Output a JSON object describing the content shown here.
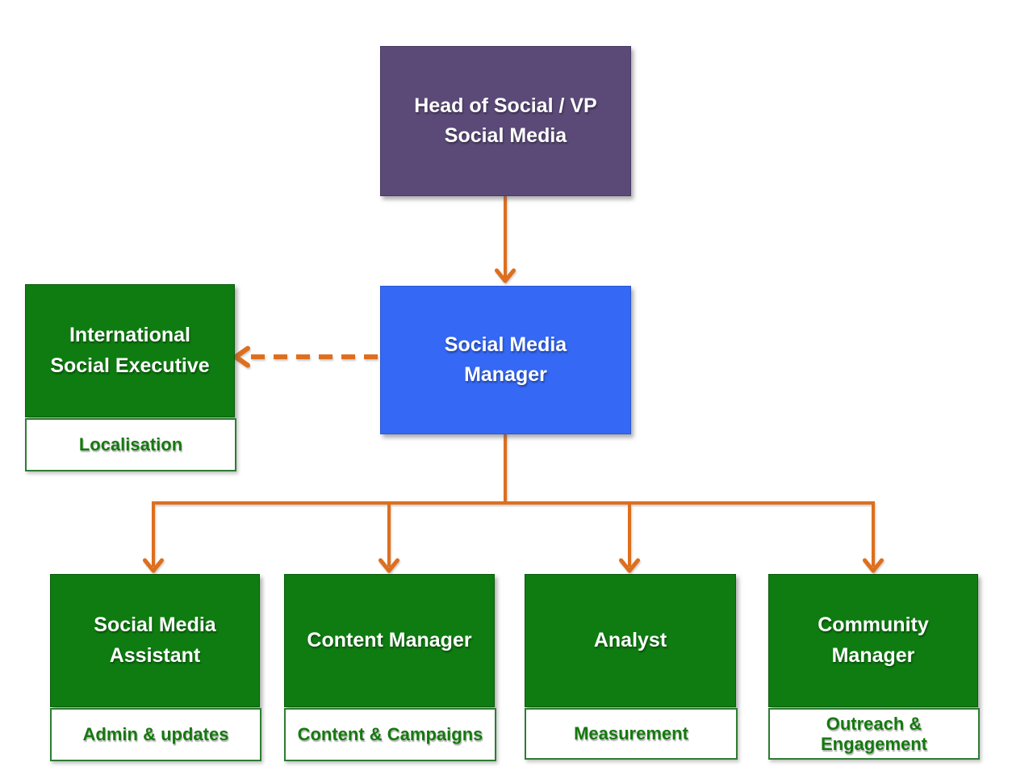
{
  "colors": {
    "canvas-bg": "#FFFFFF",
    "node-purple": "#5B4A78",
    "node-blue": "#3468F5",
    "node-green": "#0E7C10",
    "arrow-orange": "#DE6F1E",
    "sublabel-green": "#15790F"
  },
  "nodes": {
    "head": {
      "label": "Head of Social / VP\nSocial Media"
    },
    "manager": {
      "label": "Social Media\nManager"
    },
    "international": {
      "label": "International\nSocial Executive",
      "sublabel": "Localisation"
    },
    "assistant": {
      "label": "Social Media\nAssistant",
      "sublabel": "Admin & updates"
    },
    "content_manager": {
      "label": "Content Manager",
      "sublabel": "Content & Campaigns"
    },
    "analyst": {
      "label": "Analyst",
      "sublabel": "Measurement"
    },
    "community_manager": {
      "label": "Community\nManager",
      "sublabel": "Outreach &\nEngagement"
    }
  },
  "edges": [
    {
      "from": "head",
      "to": "manager",
      "style": "solid-arrow"
    },
    {
      "from": "manager",
      "to": "international",
      "style": "dashed-arrow"
    },
    {
      "from": "manager",
      "to": "assistant",
      "style": "solid-arrow"
    },
    {
      "from": "manager",
      "to": "content_manager",
      "style": "solid-arrow"
    },
    {
      "from": "manager",
      "to": "analyst",
      "style": "solid-arrow"
    },
    {
      "from": "manager",
      "to": "community_manager",
      "style": "solid-arrow"
    }
  ]
}
